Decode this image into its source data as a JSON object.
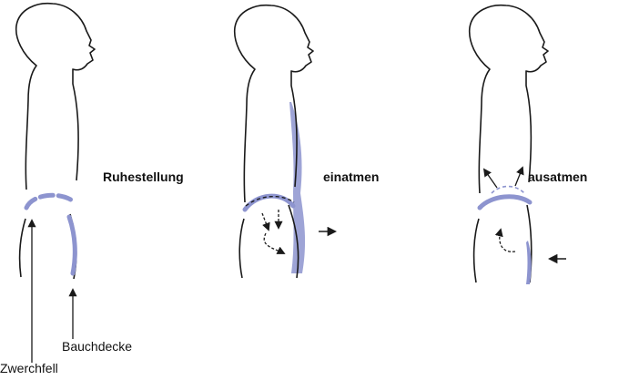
{
  "stages": {
    "rest": "Ruhestellung",
    "inhale": "einatmen",
    "exhale": "ausatmen"
  },
  "labels": {
    "abdominal_wall": "Bauchdecke",
    "diaphragm": "Zwerchfell"
  },
  "colors": {
    "outline": "#1a1a1a",
    "highlight": "#8d94cf",
    "highlight_stroke": "#5a63b3"
  }
}
